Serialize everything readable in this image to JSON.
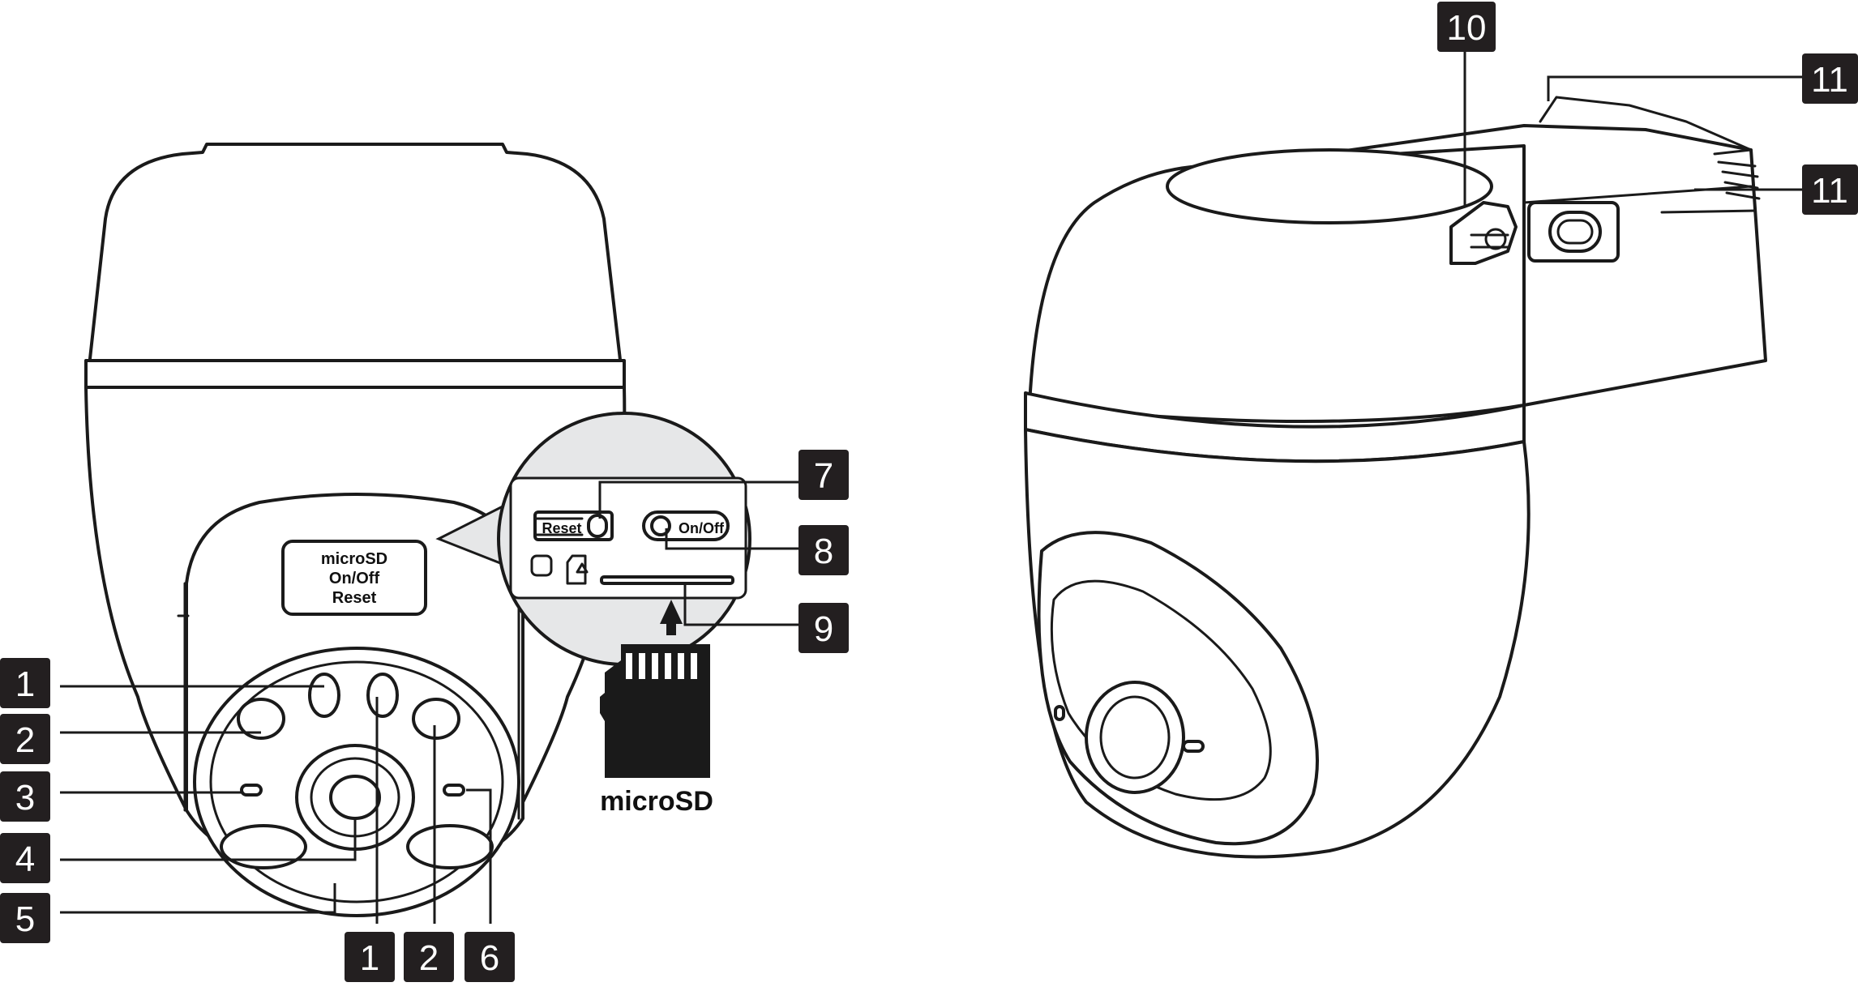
{
  "callouts": {
    "c1": "1",
    "c2": "2",
    "c3": "3",
    "c4": "4",
    "c5": "5",
    "c1b": "1",
    "c2b": "2",
    "c6": "6",
    "c7": "7",
    "c8": "8",
    "c9": "9",
    "c10": "10",
    "c11a": "11",
    "c11b": "11"
  },
  "panel_label": {
    "line1": "microSD",
    "line2": "On/Off",
    "line3": "Reset"
  },
  "zoom": {
    "reset_label": "Reset",
    "onoff_label": "On/Off"
  },
  "card_label": "microSD",
  "colors": {
    "ink": "#231f20",
    "zoom_bg": "#e6e7e8",
    "card_fill": "#1a1a1a"
  }
}
